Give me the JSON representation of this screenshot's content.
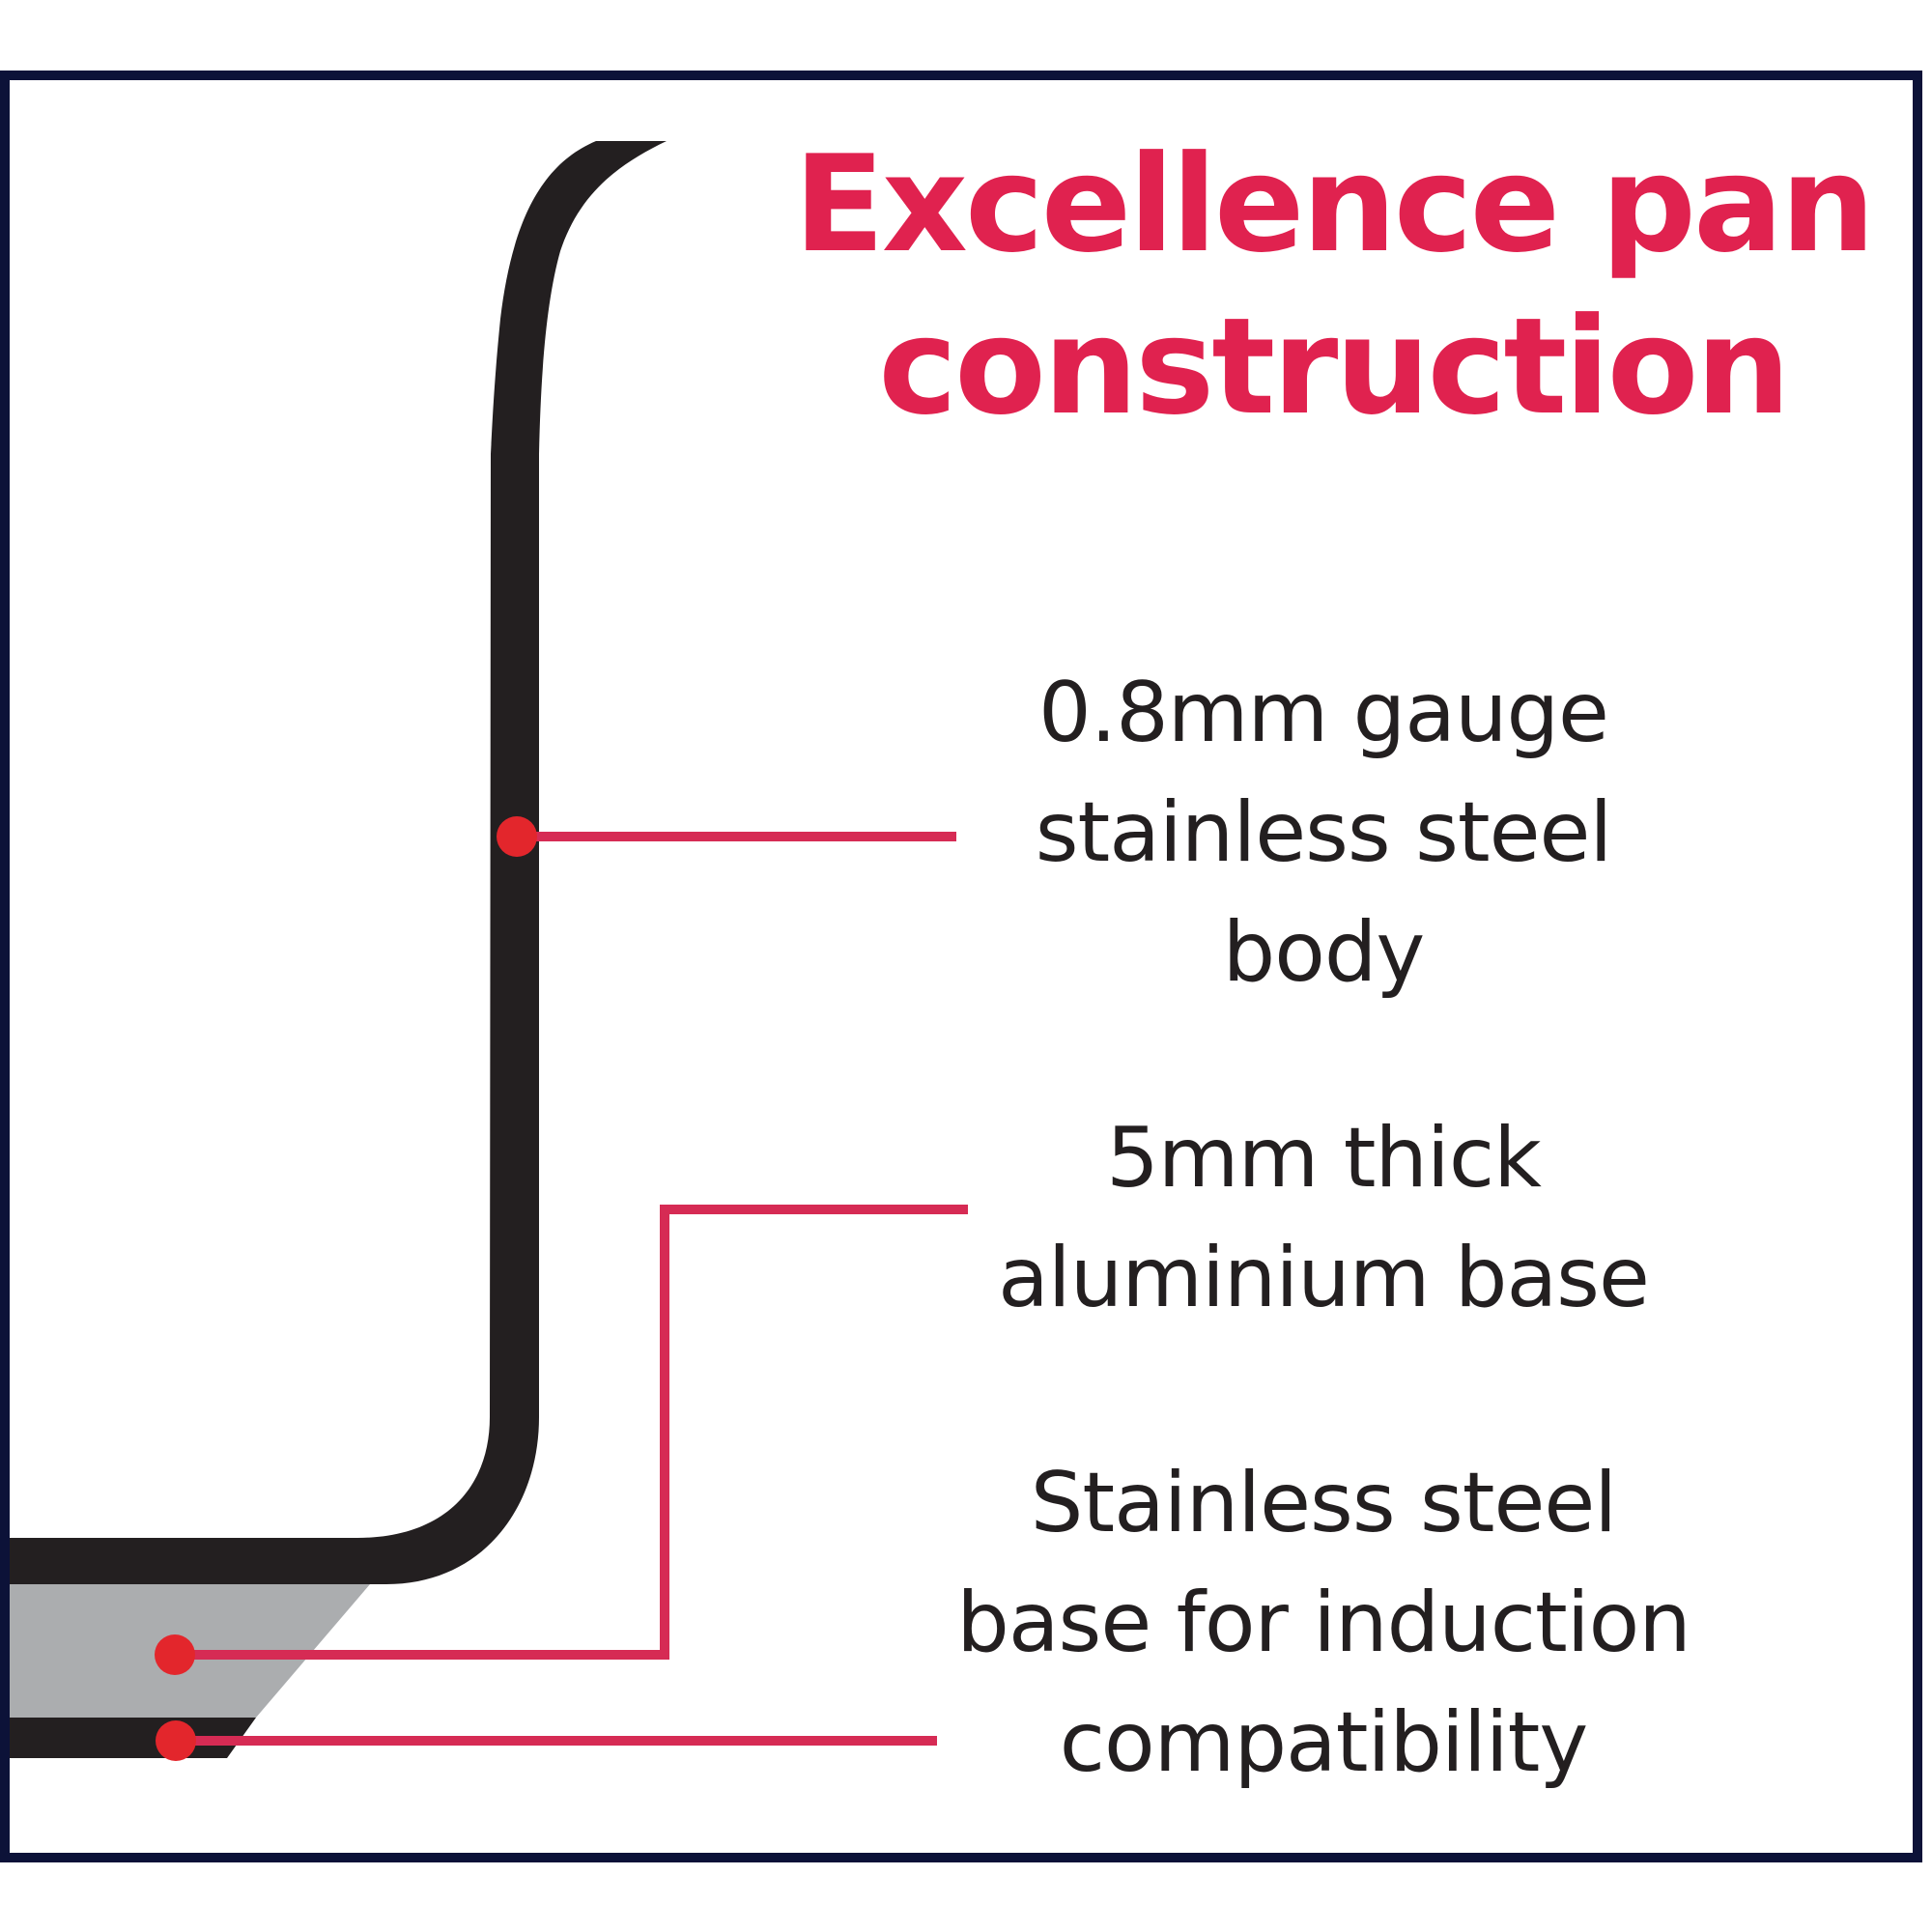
{
  "title": {
    "line1": "Excellence pan",
    "line2": "construction",
    "color": "#e0224f"
  },
  "callouts": [
    {
      "id": "body",
      "lines": [
        "0.8mm gauge",
        "stainless steel",
        "body"
      ],
      "points_to": "pan side wall"
    },
    {
      "id": "aluminium-base",
      "lines": [
        "5mm thick",
        "aluminium base"
      ],
      "points_to": "grey middle base layer"
    },
    {
      "id": "induction-base",
      "lines": [
        "Stainless steel",
        "base for induction",
        "compatibility"
      ],
      "points_to": "bottom black base layer"
    }
  ],
  "colors": {
    "frame_border": "#0c1238",
    "pan_steel": "#231f20",
    "aluminium_layer": "#abadaf",
    "leader_line": "#d62b54",
    "leader_dot": "#e3262c",
    "label_text": "#231f20"
  }
}
